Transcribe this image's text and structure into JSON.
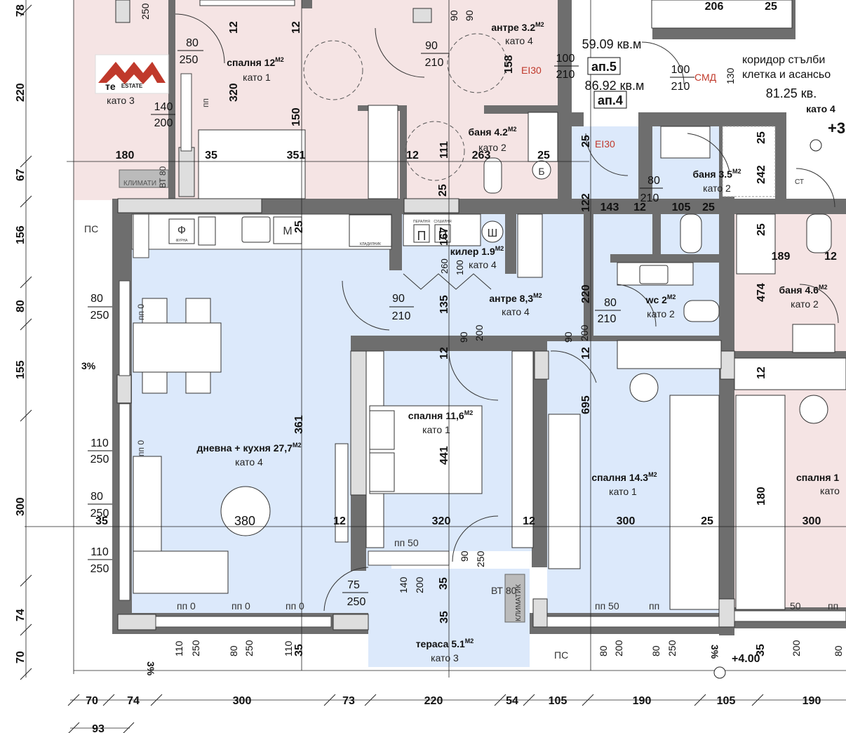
{
  "logo": {
    "text": "ESTATE"
  },
  "rooms": [
    {
      "id": "bedroom-11-6",
      "name": "спалня 11,6",
      "unit": "M2",
      "floor": "като 1"
    },
    {
      "id": "bedroom-14-3",
      "name": "спалня 14.3",
      "unit": "M2",
      "floor": "като 1"
    },
    {
      "id": "living-kitchen",
      "name": "дневна + кухня 27,7",
      "unit": "M2",
      "floor": "като 4"
    },
    {
      "id": "hall-8-3",
      "name": "антре 8,3",
      "unit": "M2",
      "floor": "като 4"
    },
    {
      "id": "storage",
      "name": "килер 1.9",
      "unit": "M2",
      "floor": "като 4"
    },
    {
      "id": "wc",
      "name": "wc 2",
      "unit": "M2",
      "floor": "като 2"
    },
    {
      "id": "bath-3-5",
      "name": "баня 3.5",
      "unit": "M2",
      "floor": "като 2"
    },
    {
      "id": "bath-4-2",
      "name": "баня 4.2",
      "unit": "M2",
      "floor": "като 2"
    },
    {
      "id": "bath-4-6",
      "name": "баня 4.6",
      "unit": "M2",
      "floor": "като 2"
    },
    {
      "id": "terrace",
      "name": "тераса 5.1",
      "unit": "M2",
      "floor": "като 3"
    },
    {
      "id": "hall-3-2",
      "name": "антре 3.2",
      "unit": "M2",
      "floor": "като 4"
    },
    {
      "id": "bedroom-12",
      "name": "спалня 12",
      "unit": "M2",
      "floor": "като 1"
    },
    {
      "id": "te-room",
      "name": "те",
      "unit": "",
      "floor": "като 3"
    },
    {
      "id": "bedroom-right",
      "name": "спалня 1",
      "unit": "",
      "floor": "като"
    },
    {
      "id": "corridor",
      "name1": "коридор стълби",
      "name2": "клетка и асансьо",
      "area": "81.25 кв.",
      "floor": "като 4"
    }
  ],
  "apartments": [
    {
      "label": "ап.5",
      "area": "59.09 кв.м"
    },
    {
      "label": "ап.4",
      "area": "86.92 кв.м"
    }
  ],
  "fire_labels": [
    "EI30",
    "EI30",
    "СМД"
  ],
  "fixtures": {
    "furna": "Ф",
    "furna_small": "ФУРНА",
    "frig": "М",
    "storage1": "П",
    "storage2": "П",
    "boiler": "Б",
    "klima1": "КЛИМАТИ",
    "klima2": "КЛИМАТИК",
    "ps1": "ПС",
    "ps2": "ПС",
    "bt1": "ВТ 80",
    "bt2": "ВТ 80",
    "st": "СТ",
    "pp50a": "пп 50",
    "pp50b": "пп 50",
    "pp50c": "50",
    "pp0a": "пп 0",
    "pp0b": "пп 0",
    "pp0c": "пп 0",
    "pp0d": "пп 0",
    "pp0e": "пп 0",
    "pp_e": "пп",
    "pp_f": "пп",
    "pp_g": "пп",
    "kladilnik": "КЛАДИЛНИК",
    "peralnia": "ПЕРАЛНЯ",
    "sushilnia": "СУШИЛНЯ",
    "u_sym": "Ш"
  },
  "levels": {
    "plus4": "+4.00",
    "plus3": "+3",
    "slope1": "3%",
    "slope2": "3%",
    "slope3": "3%",
    "diam": "380"
  },
  "door_labels": [
    {
      "w": "90",
      "h": "210"
    },
    {
      "w": "80",
      "h": "210"
    },
    {
      "w": "80",
      "h": "210"
    },
    {
      "w": "80",
      "h": "250"
    },
    {
      "w": "110",
      "h": "250"
    },
    {
      "w": "110",
      "h": "250"
    },
    {
      "w": "80",
      "h": "250"
    },
    {
      "w": "75",
      "h": "250"
    },
    {
      "w": "100",
      "h": "210"
    },
    {
      "w": "100",
      "h": "210"
    },
    {
      "w": "90",
      "h": "210"
    },
    {
      "w": "80",
      "h": "250"
    },
    {
      "w": "140",
      "h": "200"
    }
  ],
  "dims": {
    "left": [
      "78",
      "220",
      "67",
      "156",
      "80",
      "155",
      "300",
      "74",
      "70"
    ],
    "bottom": [
      "70",
      "74",
      "300",
      "73",
      "220",
      "54",
      "105",
      "190",
      "105",
      "190"
    ],
    "bottom2": [
      "93"
    ],
    "interior": [
      "12",
      "12",
      "12",
      "12",
      "12",
      "12",
      "12",
      "12",
      "12",
      "12",
      "12",
      "25",
      "25",
      "25",
      "25",
      "25",
      "25",
      "25",
      "25",
      "25",
      "25",
      "25",
      "35",
      "35",
      "35",
      "35",
      "35",
      "180",
      "351",
      "263",
      "143",
      "105",
      "189",
      "200",
      "320",
      "150",
      "158",
      "111",
      "167",
      "260",
      "100",
      "135",
      "220",
      "122",
      "242",
      "474",
      "695",
      "361",
      "441",
      "320",
      "300",
      "300",
      "300",
      "180",
      "35",
      "35",
      "206",
      "90",
      "90",
      "90",
      "90",
      "90",
      "130",
      "140",
      "200",
      "80",
      "80",
      "80",
      "80",
      "110",
      "110",
      "200",
      "200",
      "200",
      "200",
      "250",
      "250",
      "250",
      "250",
      "250"
    ]
  }
}
